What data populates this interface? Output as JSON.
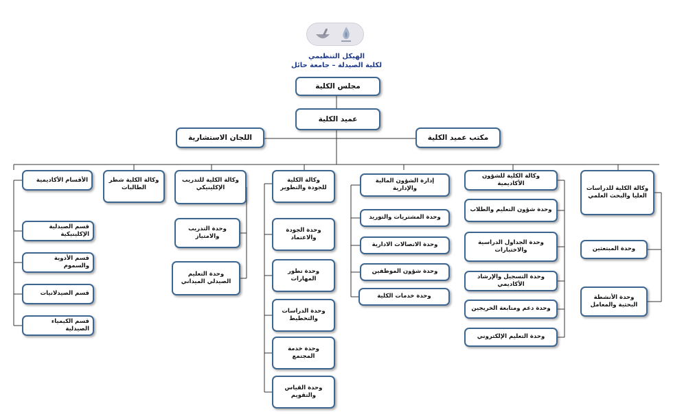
{
  "header": {
    "title_line1": "الهيكل التنظيمي",
    "title_line2": "لكلية الصيدلة – جامعة حائل",
    "logo_icon": "pharmacy-college-logo"
  },
  "top": {
    "council": "مجلس الكلية",
    "dean": "عميد الكلية",
    "committees": "اللجان الاستشارية",
    "dean_office": "مكتب عميد الكلية"
  },
  "branches": {
    "graduate": {
      "head": "وكالة الكلية للدراسات العليا والبحث العلمي",
      "units": [
        "وحدة المبتعثين",
        "وحدة الأنشطة البحثية والمعامل"
      ]
    },
    "academic": {
      "head": "وكالة الكلية للشؤون الأكاديمية",
      "units": [
        "وحدة شؤون التعليم والطلاب",
        "وحدة الجداول الدراسية والاختبارات",
        "وحدة التسجيل والإرشاد الأكاديمي",
        "وحدة دعم ومتابعة الخريجين",
        "وحدة التعليم الإلكتروني"
      ]
    },
    "admin": {
      "head": "إدارة الشؤون المالية والإدارية",
      "units": [
        "وحدة المشتريات والتوريد",
        "وحدة الاتصالات الادارية",
        "وحدة شؤون الموظفين",
        "وحدة خدمات الكلية"
      ]
    },
    "quality": {
      "head": "وكالة الكلية للجودة والتطوير",
      "units": [
        "وحدة الجودة والاعتماد",
        "وحدة تطور المهارات",
        "وحدة الدراسات والتخطيط",
        "وحدة خدمة المجتمع",
        "وحدة القياس والتقويم"
      ]
    },
    "clinical": {
      "head": "وكالة الكلية للتدريب الإكلينيكي",
      "units": [
        "وحدة التدريب والامتياز",
        "وحدة التعليم الصيدلي الميداني"
      ]
    },
    "female": {
      "head": "وكالة الكلية شطر الطالبات"
    },
    "departments": {
      "head": "الأقسام الأكاديمية",
      "units": [
        "قسم الصيدلية الإكلينيكية",
        "قسم الأدوية والسموم",
        "قسم الصيدلانيات",
        "قسم الكيمياء الصيدلية"
      ]
    }
  },
  "colors": {
    "box_border": "#3c6690",
    "connector": "#333333",
    "title_text": "#1f3a8a"
  }
}
